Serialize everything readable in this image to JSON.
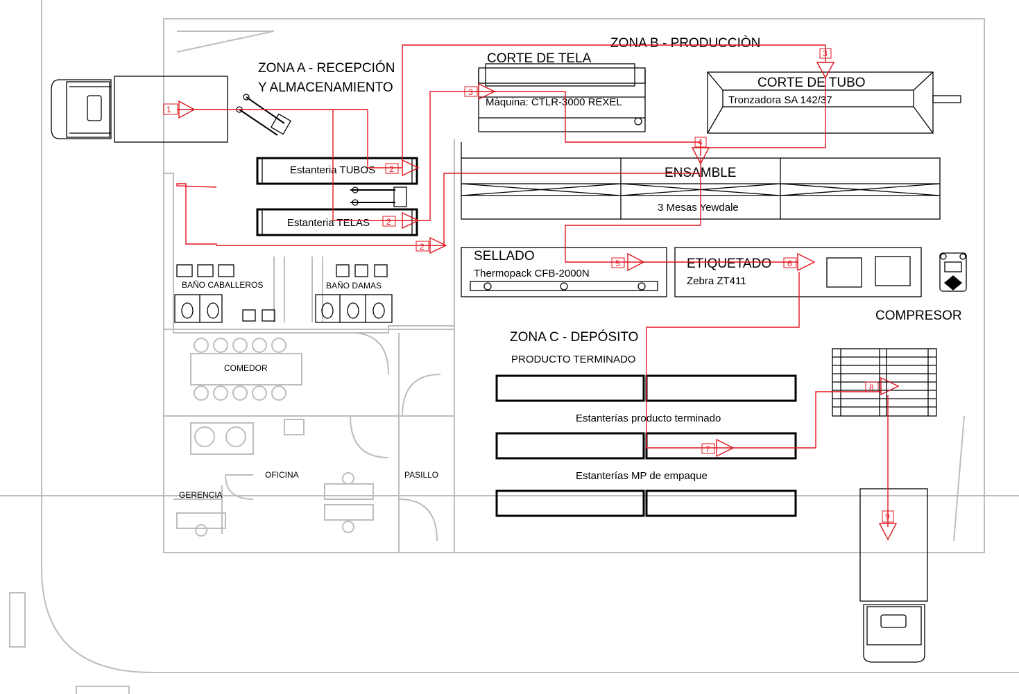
{
  "zones": {
    "zona_a_line1": "ZONA A - RECEPCIÓN",
    "zona_a_line2": "Y ALMACENAMIENTO",
    "zona_b": "ZONA B - PRODUCCIÒN",
    "zona_c": "ZONA C - DEPÓSITO",
    "zona_c_sub": "PRODUCTO TERMINADO"
  },
  "stations": {
    "corte_tela": "CORTE DE TELA",
    "corte_tela_machine": "Màquina: CTLR-3000 REXEL",
    "corte_tubo": "CORTE DE TUBO",
    "corte_tubo_machine": "Tronzadora SA 142/37",
    "ensamble": "ENSAMBLE",
    "ensamble_tables": "3 Mesas Yewdale",
    "sellado": "SELLADO",
    "sellado_machine": "Thermopack CFB-2000N",
    "etiquetado": "ETIQUETADO",
    "etiquetado_machine": "Zebra ZT411",
    "compresor": "COMPRESOR"
  },
  "storage": {
    "tubos": "Estanteria TUBOS",
    "telas": "Estanteria TELAS",
    "producto_terminado": "Estanterías producto terminado",
    "mp_empaque": "Estanterías MP de empaque"
  },
  "rooms": {
    "bano_caballeros": "BAÑO CABALLEROS",
    "bano_damas": "BAÑO DAMAS",
    "comedor": "COMEDOR",
    "oficina": "OFICINA",
    "gerencia": "GERENCIA",
    "pasillo": "PASILLO"
  },
  "flow_steps": {
    "s1": "1",
    "s2a": "2",
    "s2b": "2",
    "s2c": "2",
    "s3": "3",
    "s3b": "3",
    "s4": "4",
    "s5": "5",
    "s6": "6",
    "s7": "7",
    "s8": "8",
    "s9": "9"
  },
  "colors": {
    "flow": "#e0141e",
    "walls": "#bdbdbd",
    "equipment": "#000000"
  }
}
